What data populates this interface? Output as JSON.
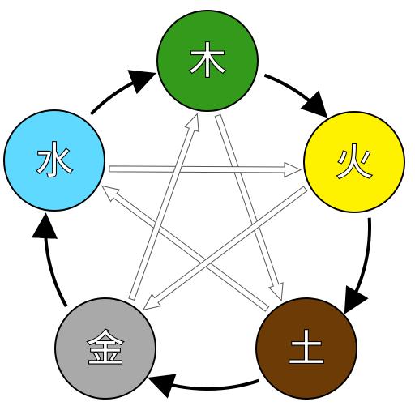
{
  "diagram": {
    "nodes": [
      {
        "id": "wood",
        "label": "木",
        "color": "#339a1b"
      },
      {
        "id": "fire",
        "label": "火",
        "color": "#fff200"
      },
      {
        "id": "earth",
        "label": "土",
        "color": "#6d3b06"
      },
      {
        "id": "metal",
        "label": "金",
        "color": "#a9a9a9"
      },
      {
        "id": "water",
        "label": "水",
        "color": "#5fd9ff"
      }
    ],
    "generating_cycle": [
      [
        "wood",
        "fire"
      ],
      [
        "fire",
        "earth"
      ],
      [
        "earth",
        "metal"
      ],
      [
        "metal",
        "water"
      ],
      [
        "water",
        "wood"
      ]
    ],
    "controlling_cycle": [
      [
        "wood",
        "earth"
      ],
      [
        "earth",
        "water"
      ],
      [
        "water",
        "fire"
      ],
      [
        "fire",
        "metal"
      ],
      [
        "metal",
        "wood"
      ]
    ],
    "colors": {
      "ring_arrow": "#000000",
      "star_arrow_fill": "#ffffff",
      "star_arrow_outline": "#555555",
      "node_outline": "#000000"
    }
  }
}
